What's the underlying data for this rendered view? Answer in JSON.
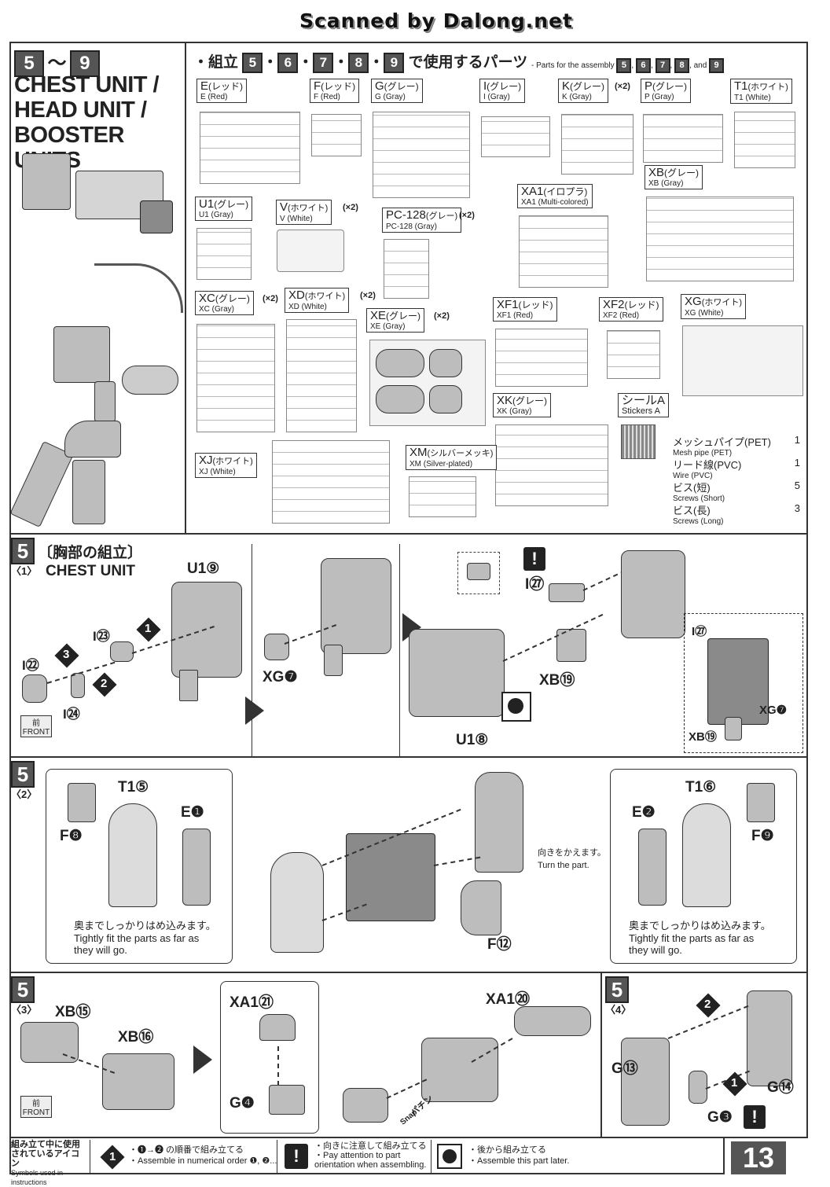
{
  "watermark": "Scanned by Dalong.net",
  "header": {
    "range_start": "5",
    "range_tilde": "〜",
    "range_end": "9",
    "title_lines": [
      "CHEST UNIT /",
      "HEAD UNIT /",
      "BOOSTER UNITS"
    ],
    "parts_title_jp_prefix": "・組立",
    "parts_title_jp_suffix": "で使用するパーツ",
    "parts_title_steps": [
      "5",
      "6",
      "7",
      "8",
      "9"
    ],
    "parts_title_en": "- Parts for the assembly",
    "parts_title_en_and": "and"
  },
  "runners": [
    {
      "code": "E",
      "jp": "(レッド)",
      "en": "E (Red)",
      "mult": ""
    },
    {
      "code": "F",
      "jp": "(レッド)",
      "en": "F (Red)",
      "mult": ""
    },
    {
      "code": "G",
      "jp": "(グレー)",
      "en": "G (Gray)",
      "mult": ""
    },
    {
      "code": "I",
      "jp": "(グレー)",
      "en": "I (Gray)",
      "mult": ""
    },
    {
      "code": "K",
      "jp": "(グレー)",
      "en": "K (Gray)",
      "mult": "(×2)"
    },
    {
      "code": "P",
      "jp": "(グレー)",
      "en": "P (Gray)",
      "mult": ""
    },
    {
      "code": "T1",
      "jp": "(ホワイト)",
      "en": "T1 (White)",
      "mult": ""
    },
    {
      "code": "XB",
      "jp": "(グレー)",
      "en": "XB (Gray)",
      "mult": ""
    },
    {
      "code": "U1",
      "jp": "(グレー)",
      "en": "U1 (Gray)",
      "mult": ""
    },
    {
      "code": "V",
      "jp": "(ホワイト)",
      "en": "V (White)",
      "mult": "(×2)"
    },
    {
      "code": "PC-128",
      "jp": "(グレー)",
      "en": "PC-128 (Gray)",
      "mult": "(×2)"
    },
    {
      "code": "XA1",
      "jp": "(イロプラ)",
      "en": "XA1 (Multi-colored)",
      "mult": ""
    },
    {
      "code": "XC",
      "jp": "(グレー)",
      "en": "XC (Gray)",
      "mult": "(×2)"
    },
    {
      "code": "XD",
      "jp": "(ホワイト)",
      "en": "XD (White)",
      "mult": "(×2)"
    },
    {
      "code": "XE",
      "jp": "(グレー)",
      "en": "XE (Gray)",
      "mult": "(×2)"
    },
    {
      "code": "XF1",
      "jp": "(レッド)",
      "en": "XF1 (Red)",
      "mult": ""
    },
    {
      "code": "XF2",
      "jp": "(レッド)",
      "en": "XF2 (Red)",
      "mult": ""
    },
    {
      "code": "XG",
      "jp": "(ホワイト)",
      "en": "XG (White)",
      "mult": ""
    },
    {
      "code": "XK",
      "jp": "(グレー)",
      "en": "XK (Gray)",
      "mult": ""
    },
    {
      "code": "シールA",
      "jp": "",
      "en": "Stickers A",
      "mult": ""
    },
    {
      "code": "XJ",
      "jp": "(ホワイト)",
      "en": "XJ (White)",
      "mult": ""
    },
    {
      "code": "XM",
      "jp": "(シルバーメッキ)",
      "en": "XM (Silver-plated)",
      "mult": ""
    }
  ],
  "extras": [
    {
      "jp": "メッシュパイプ(PET)",
      "en": "Mesh pipe (PET)",
      "qty": "1"
    },
    {
      "jp": "リード線(PVC)",
      "en": "Wire (PVC)",
      "qty": "1"
    },
    {
      "jp": "ビス(短)",
      "en": "Screws (Short)",
      "qty": "5"
    },
    {
      "jp": "ビス(長)",
      "en": "Screws (Long)",
      "qty": "3"
    }
  ],
  "step5_1": {
    "step": "5",
    "sub": "〈1〉",
    "title_jp": "〔胸部の組立〕",
    "title_en": "CHEST UNIT",
    "front_jp": "前",
    "front_en": "FRONT",
    "labels": [
      "U1⑨",
      "I㉓",
      "I㉒",
      "I㉔",
      "XG❼",
      "I㉗",
      "XB⑲",
      "U1⑧",
      "XG❼",
      "XB⑲",
      "I㉗"
    ],
    "order": [
      "1",
      "2",
      "3"
    ]
  },
  "step5_2": {
    "step": "5",
    "sub": "〈2〉",
    "labels": [
      "T1⑤",
      "E❶",
      "F❽",
      "T1⑥",
      "E❷",
      "F❾",
      "F⑫"
    ],
    "fit_jp": "奥までしっかりはめ込みます。",
    "fit_en": "Tightly fit the parts as far as they will go.",
    "turn_jp": "向きをかえます。",
    "turn_en": "Turn the part."
  },
  "step5_3": {
    "step": "5",
    "sub": "〈3〉",
    "labels": [
      "XB⑮",
      "XB⑯",
      "XA1㉑",
      "XA1⑳",
      "G❹"
    ],
    "snap_jp": "パチン",
    "snap_en": "Snap",
    "front_jp": "前",
    "front_en": "FRONT"
  },
  "step5_4": {
    "step": "5",
    "sub": "〈4〉",
    "labels": [
      "G⑬",
      "G⑭",
      "G❸"
    ],
    "order": [
      "1",
      "2"
    ]
  },
  "legend": {
    "title_jp": "組み立て中に使用されているアイコン",
    "title_en": "Symbols used in instructions",
    "items": [
      {
        "icon": "1",
        "jp": "・❶→❷ の順番で組み立てる",
        "en": "・Assemble in numerical order ❶, ❷..."
      },
      {
        "icon": "!",
        "jp": "・向きに注意して組み立てる",
        "en": "・Pay attention to part orientation when assembling."
      },
      {
        "icon": "",
        "jp": "・後から組み立てる",
        "en": "・Assemble this part later."
      }
    ]
  },
  "page_number": "13"
}
